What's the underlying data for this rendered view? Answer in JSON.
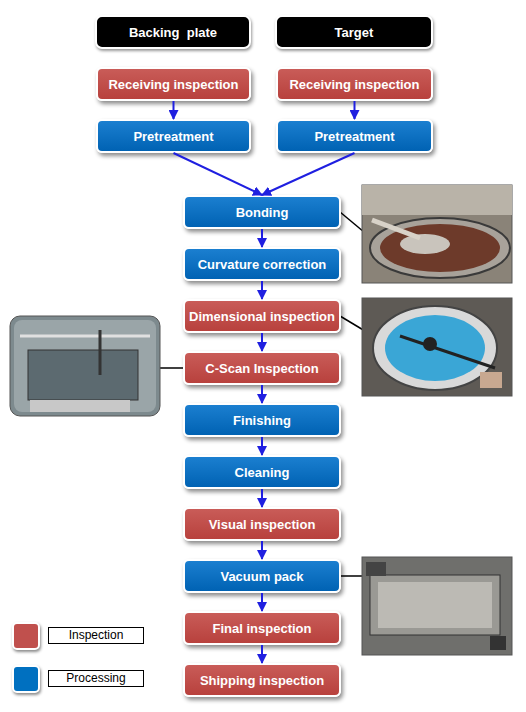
{
  "diagram": {
    "nodes": [
      {
        "text": [
          "Backing  plate"
        ]
      },
      {
        "text": [
          "Target"
        ]
      },
      {
        "text": [
          "Receiving inspection"
        ]
      },
      {
        "text": [
          "Receiving inspection"
        ]
      },
      {
        "text": [
          "Pretreatment"
        ]
      },
      {
        "text": [
          "Pretreatment"
        ]
      },
      {
        "text": [
          "Bonding"
        ]
      },
      {
        "text": [
          "Curvature correction"
        ]
      },
      {
        "text": [
          "Dimensional inspection"
        ]
      },
      {
        "text": [
          "C-Scan Inspection"
        ]
      },
      {
        "text": [
          "Finishing"
        ]
      },
      {
        "text": [
          "Cleaning"
        ]
      },
      {
        "text": [
          "Visual inspection"
        ]
      },
      {
        "text": [
          "Vacuum pack"
        ]
      },
      {
        "text": [
          "Final inspection"
        ]
      },
      {
        "text": [
          "Shipping inspection"
        ]
      }
    ],
    "edges": [
      {
        "from": 2,
        "to": 4,
        "arrow": "to"
      },
      {
        "from": 3,
        "to": 5,
        "arrow": "to"
      },
      {
        "from": 4,
        "to": 6,
        "arrow": "to"
      },
      {
        "from": 5,
        "to": 6,
        "arrow": "to"
      },
      {
        "from": 6,
        "to": 7,
        "arrow": "to"
      },
      {
        "from": 7,
        "to": 8,
        "arrow": "to"
      },
      {
        "from": 8,
        "to": 9,
        "arrow": "to"
      },
      {
        "from": 9,
        "to": 10,
        "arrow": "to"
      },
      {
        "from": 10,
        "to": 11,
        "arrow": "to"
      },
      {
        "from": 11,
        "to": 12,
        "arrow": "to"
      },
      {
        "from": 12,
        "to": 13,
        "arrow": "to"
      },
      {
        "from": 13,
        "to": 14,
        "arrow": "to"
      },
      {
        "from": 14,
        "to": 15,
        "arrow": "to"
      }
    ],
    "legend": [
      {
        "text": "Inspection",
        "color": "#c0504d"
      },
      {
        "text": "Processing",
        "color": "#0070c0"
      }
    ]
  }
}
